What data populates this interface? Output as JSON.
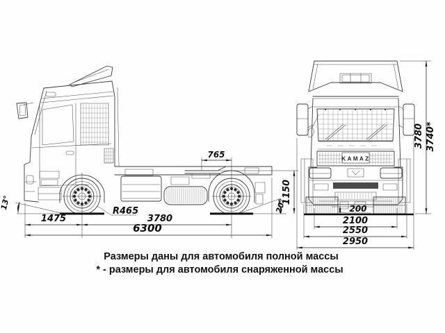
{
  "drawing": {
    "type": "truck-dimensional-blueprint",
    "grille_text": "KAMAZ",
    "dimensions": {
      "front_overhang": "1475",
      "wheelbase": "3780",
      "overall_length": "6300",
      "wheel_radius": "R465",
      "approach_angle": "13°",
      "fifth_wheel_to_rear_axle": "765",
      "fifth_wheel_height": "1150",
      "departure_angle": "20°",
      "overall_height_full": "3780",
      "overall_height_curb": "3740*",
      "ground_clearance": "200",
      "front_track": "2100",
      "body_width": "2550",
      "overall_width_mirrors": "2950"
    },
    "notes": {
      "line1": "Размеры даны для автомобиля полной массы",
      "line2": "* - размеры для автомобиля снаряженной массы"
    },
    "colors": {
      "line": "#3a3a3a",
      "dimension": "#1c1c1c",
      "background": "#ffffff"
    }
  }
}
